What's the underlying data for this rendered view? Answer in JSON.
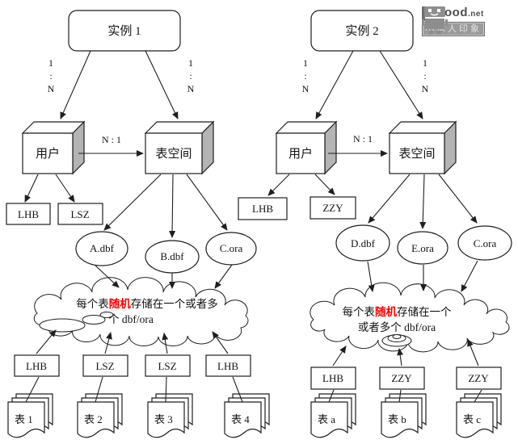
{
  "palette": {
    "highlight_red": "#ff0000",
    "box_shade_gray": "#b4b4b4",
    "line_black": "#1f1f1f"
  },
  "watermark": {
    "brand": "xwood",
    "brand_suffix": ".net",
    "tagline": "小木人印象"
  },
  "left": {
    "instance_label": "实例 1",
    "edge_left_label": "1\n:\nN",
    "edge_right_label": "1\n:\nN",
    "user_label": "用户",
    "tablespace_label": "表空间",
    "ratio_label": "N : 1",
    "schemas": [
      "LHB",
      "LSZ"
    ],
    "files": [
      "A.dbf",
      "B.dbf",
      "C.ora"
    ],
    "cloud": {
      "pre": "每个表",
      "highlight": "随机",
      "post": "存储在一个或者多",
      "line2": "个 dbf/ora"
    },
    "owners": [
      "LHB",
      "LSZ",
      "LSZ",
      "LHB"
    ],
    "tables": [
      "表 1",
      "表 2",
      "表 3",
      "表 4"
    ]
  },
  "right": {
    "instance_label": "实例 2",
    "edge_left_label": "1\n:\nN",
    "edge_right_label": "1\n:\nN",
    "user_label": "用户",
    "tablespace_label": "表空间",
    "ratio_label": "N : 1",
    "schemas": [
      "LHB",
      "ZZY"
    ],
    "files": [
      "D.dbf",
      "E.ora",
      "C.ora"
    ],
    "cloud": {
      "pre": "每个表",
      "highlight": "随机",
      "post": "存储在一个",
      "line2": "或者多个 dbf/ora"
    },
    "owners": [
      "LHB",
      "ZZY",
      "ZZY"
    ],
    "tables": [
      "表 a",
      "表 b",
      "表 c"
    ]
  }
}
